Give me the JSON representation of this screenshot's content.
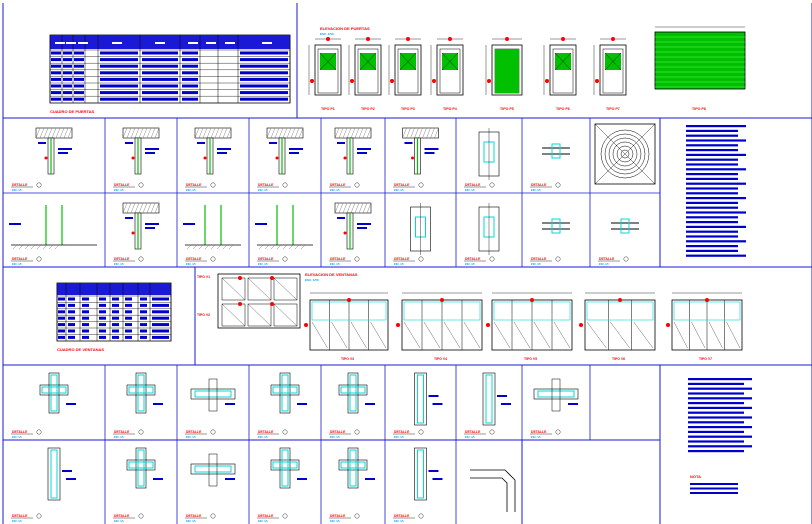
{
  "colors": {
    "frame": "#1a1ad6",
    "line": "#000000",
    "title": "#ff0000",
    "scale": "#00a0ff",
    "green": "#00c000",
    "cyan": "#00d8d8",
    "hatch": "#6a6a6a",
    "note": "#0000cc"
  },
  "puertas": {
    "title": "CUADRO DE PUERTAS",
    "schedule_title": "ELEVACION DE PUERTAS",
    "scale": "ESC. 1/50",
    "types": [
      "TIPO P1",
      "TIPO P2",
      "TIPO P3",
      "TIPO P4",
      "TIPO P5",
      "TIPO P6",
      "TIPO P7",
      "TIPO P8"
    ]
  },
  "ventanas": {
    "title": "CUADRO DE VENTANAS",
    "schedule_title": "ELEVACION DE VENTANAS",
    "scale": "ESC. 1/50",
    "side_labels": [
      "TIPO V1",
      "TIPO V2"
    ],
    "types": [
      "TIPO V3",
      "TIPO V4",
      "TIPO V5",
      "TIPO V6",
      "TIPO V7"
    ]
  },
  "detail_label": "DETALLE",
  "detail_scale": "ESC. 1/5",
  "notes_title": "NOTA"
}
